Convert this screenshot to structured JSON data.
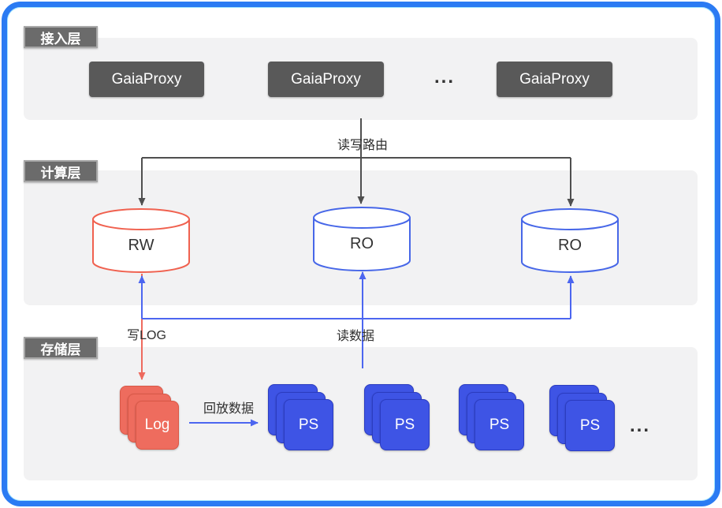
{
  "frame": {
    "border_color": "#2b7bf3"
  },
  "layers": [
    {
      "label": "接入层"
    },
    {
      "label": "计算层"
    },
    {
      "label": "存储层"
    }
  ],
  "access": {
    "proxies": [
      "GaiaProxy",
      "GaiaProxy",
      "GaiaProxy"
    ],
    "ellipsis": "..."
  },
  "compute": {
    "nodes": [
      {
        "label": "RW",
        "color": "#f0614f"
      },
      {
        "label": "RO",
        "color": "#4767e8"
      },
      {
        "label": "RO",
        "color": "#4767e8"
      }
    ]
  },
  "storage": {
    "log_label": "Log",
    "log_color": "#ee6c5e",
    "ps_labels": [
      "PS",
      "PS",
      "PS",
      "PS"
    ],
    "ps_color": "#3e54e5",
    "ellipsis": "..."
  },
  "edges": {
    "route_label": "读写路由",
    "write_log_label": "写LOG",
    "read_data_label": "读数据",
    "replay_label": "回放数据",
    "dark_color": "#4f4f4f",
    "blue_color": "#4c66f0",
    "red_color": "#ee6a5e"
  }
}
